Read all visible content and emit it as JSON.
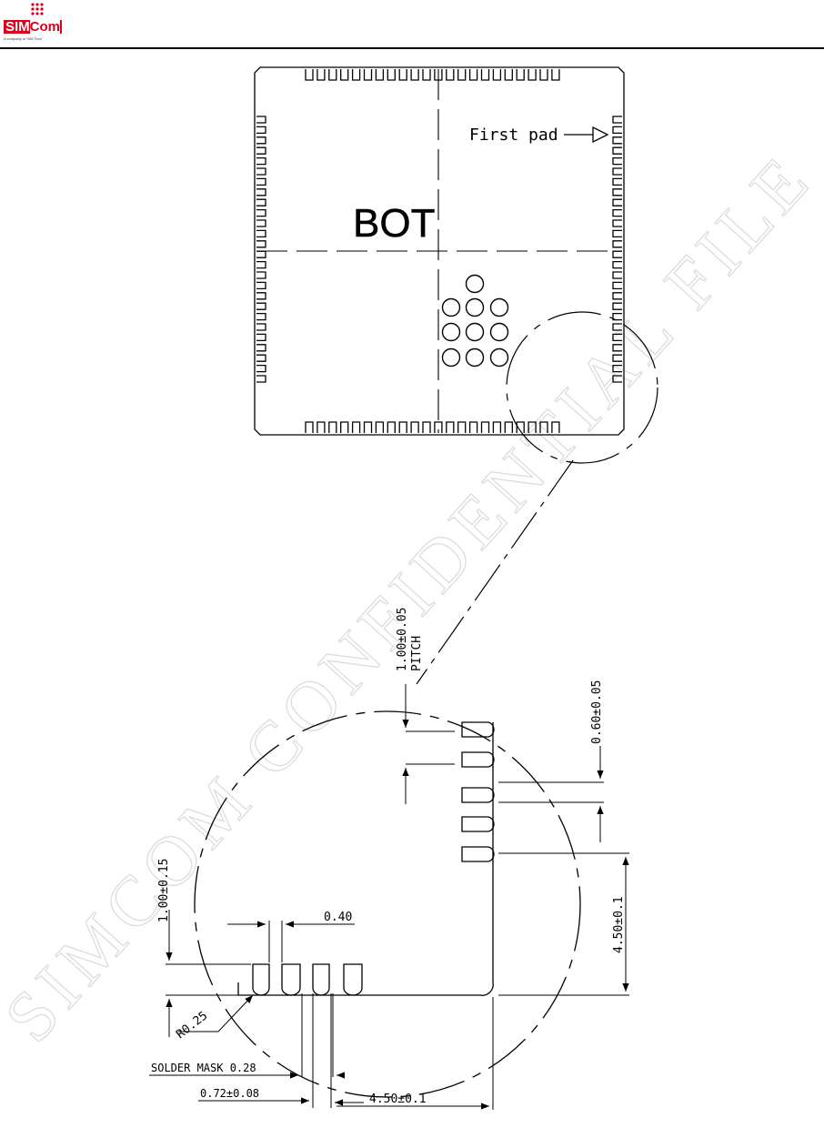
{
  "header": {
    "logo_text_sim": "SIM",
    "logo_text_com": "Com",
    "logo_subtitle": "A company of SIM Tech"
  },
  "watermark": "SIMCOM CONFIDENTIAL FILE",
  "drawing": {
    "view_label": "BOT",
    "first_pad_label": "First pad",
    "dimensions": {
      "pitch_value": "1.00±0.05",
      "pitch_label": "PITCH",
      "pad_width": "0.60±0.05",
      "left_edge": "1.00±0.15",
      "gap": "0.40",
      "right_offset": "4.50±0.1",
      "radius": "R0.25",
      "solder_mask": "SOLDER MASK 0.28",
      "pad_length": "0.72±0.08",
      "bottom_offset": "4.50±0.1"
    }
  }
}
